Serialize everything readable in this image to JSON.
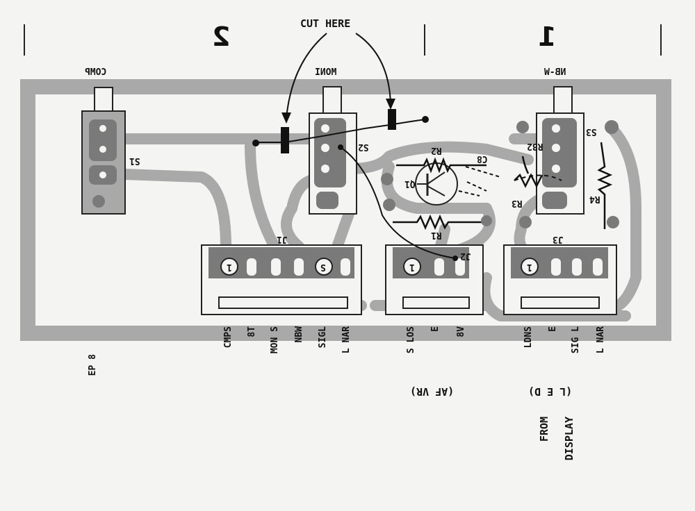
{
  "header": {
    "cut_here": "CUT HERE",
    "section_2": "2",
    "section_1": "1"
  },
  "switch_labels": {
    "comp": "COMP",
    "moni": "MONI",
    "nb_w": "NB-W",
    "s1": "S1",
    "s2": "S2",
    "s3": "S3"
  },
  "component_labels": {
    "r1": "R1",
    "r2": "R2",
    "r3": "R3",
    "r32": "R32",
    "r4": "R4",
    "c8": "C8",
    "q1": "Q1",
    "j1": "J1",
    "j2": "J2",
    "j3": "J3"
  },
  "connector_j1_pins": [
    "CMPS",
    "8T",
    "MON S",
    "NBW",
    "SIGL",
    "L NAR"
  ],
  "connector_j2_pins": [
    "S LOS",
    "E",
    "8V"
  ],
  "connector_j3_pins": [
    "LDNS",
    "E",
    "SIG L",
    "L NAR"
  ],
  "connector_j2_title": "(AF VR)",
  "connector_j3_title": "(L E D)",
  "from_display": [
    "FROM",
    "DISPLAY"
  ],
  "board_ref": "EP 8",
  "pin_markers": {
    "one": "1",
    "s": "S"
  },
  "colors": {
    "paper": "#f4f4f2",
    "trace": "#a9a9a9",
    "pad": "#7a7a7a",
    "ink": "#111111"
  }
}
